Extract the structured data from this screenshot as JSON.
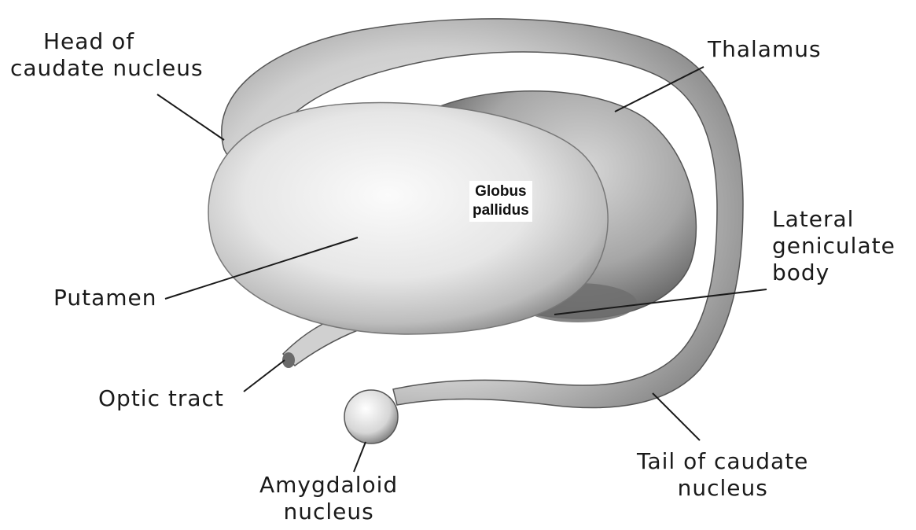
{
  "labels": {
    "head_of_caudate": [
      "Head of",
      "caudate nucleus"
    ],
    "thalamus": "Thalamus",
    "globus_pallidus": [
      "Globus",
      "pallidus"
    ],
    "lateral_geniculate": [
      "Lateral",
      "geniculate",
      "body"
    ],
    "putamen": "Putamen",
    "optic_tract": "Optic tract",
    "amygdaloid": [
      "Amygdaloid",
      "nucleus"
    ],
    "tail_of_caudate": [
      "Tail of caudate",
      "nucleus"
    ]
  },
  "colors": {
    "line": "#1a1a1a",
    "body_light": "#f4f4f4",
    "body_dark": "#7a7a7a"
  }
}
